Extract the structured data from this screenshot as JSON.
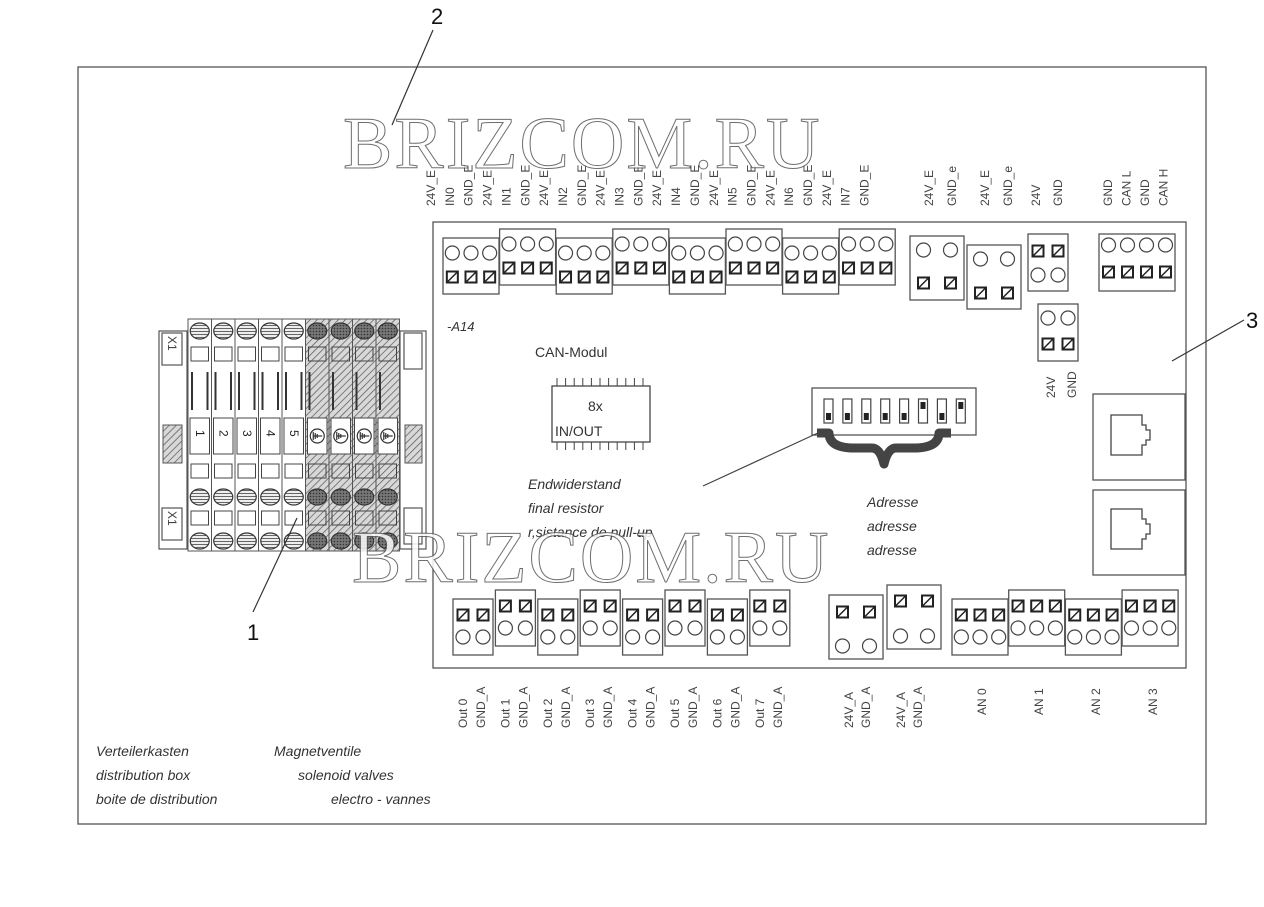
{
  "callouts": {
    "one": "1",
    "two": "2",
    "three": "3"
  },
  "watermark": "BRIZCOM.RU",
  "module": {
    "designation": "-A14",
    "title": "CAN-Modul",
    "chip_count": "8x",
    "chip_label": "IN/OUT"
  },
  "top_labels": {
    "digital_inputs": [
      "24V_E",
      "IN0",
      "GND_E",
      "24V_E",
      "IN1",
      "GND_E",
      "24V_E",
      "IN2",
      "GND_E",
      "24V_E",
      "IN3",
      "GND_E",
      "24V_E",
      "IN4",
      "GND_E",
      "24V_E",
      "IN5",
      "GND_E",
      "24V_E",
      "IN6",
      "GND_E",
      "24V_E",
      "IN7",
      "GND_E"
    ],
    "supply_e1": [
      "24V_E",
      "GND_e"
    ],
    "supply_e2": [
      "24V_E",
      "GND_e"
    ],
    "power": [
      "24V",
      "GND"
    ],
    "can": [
      "GND",
      "CAN L",
      "GND",
      "CAN H"
    ]
  },
  "power_side_labels": [
    "24V",
    "GND"
  ],
  "bottom_labels": {
    "outputs": [
      "Out 0",
      "GND_A",
      "Out 1",
      "GND_A",
      "Out 2",
      "GND_A",
      "Out 3",
      "GND_A",
      "Out 4",
      "GND_A",
      "Out 5",
      "GND_A",
      "Out 6",
      "GND_A",
      "Out 7",
      "GND_A"
    ],
    "supply_a1": [
      "24V_A",
      "GND_A"
    ],
    "supply_a2": [
      "24V_A",
      "GND_A"
    ],
    "analog": [
      "AN 0",
      "AN 1",
      "AN 2",
      "AN 3"
    ]
  },
  "dip_switch": {
    "positions": [
      "down",
      "down",
      "down",
      "down",
      "down",
      "up",
      "down",
      "up"
    ]
  },
  "resistor_note": [
    "Endwiderstand",
    "final resistor",
    "r,sistance de pull-up"
  ],
  "address_note": [
    "Adresse",
    "adresse",
    "adresse"
  ],
  "terminal_strip": {
    "id_label": "X1",
    "numbered": [
      "1",
      "2",
      "3",
      "4",
      "5"
    ],
    "ground_terminals": 4
  },
  "legend": {
    "box": [
      "Verteilerkasten",
      "distribution box",
      "boite de distribution"
    ],
    "valves": [
      "Magnetventile",
      "solenoid valves",
      "electro - vannes"
    ]
  }
}
